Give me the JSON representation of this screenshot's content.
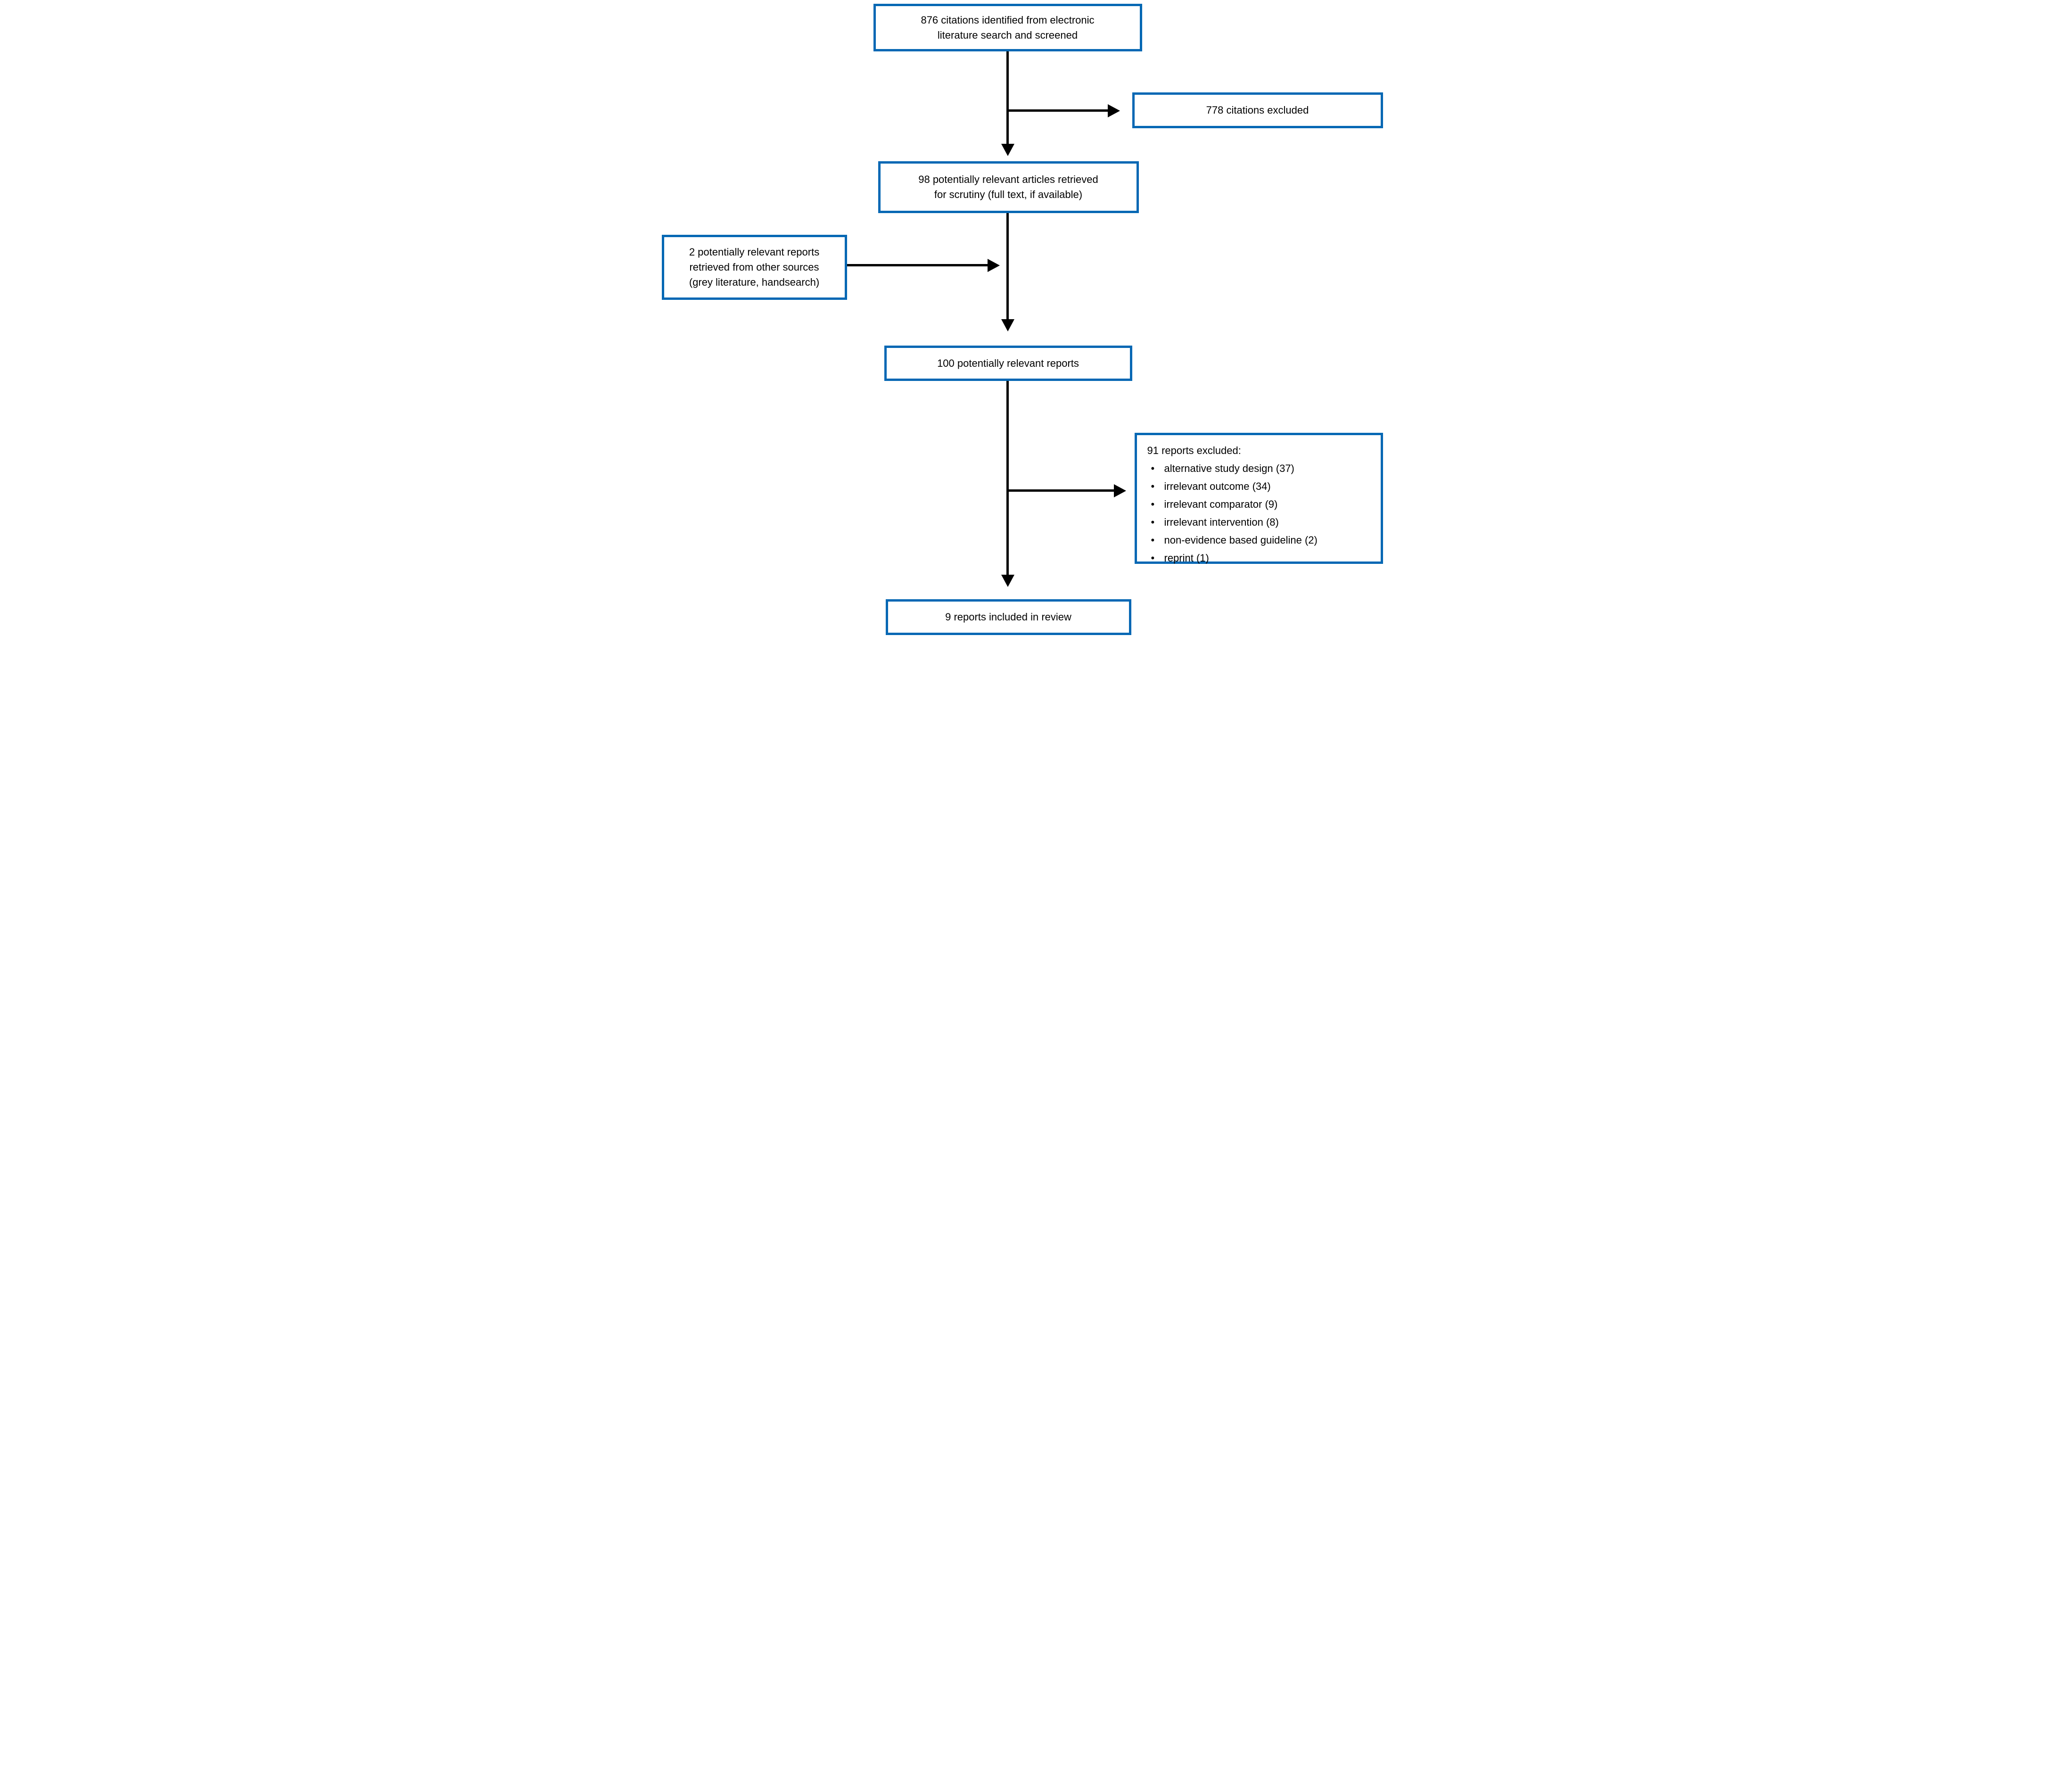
{
  "flowchart": {
    "boxes": {
      "identified": {
        "text": "876 citations identified from electronic\nliterature search and screened"
      },
      "excluded_citations": {
        "text": "778 citations excluded"
      },
      "retrieved": {
        "text": "98 potentially relevant articles retrieved\nfor scrutiny (full text, if available)"
      },
      "other_sources": {
        "text": "2 potentially relevant reports\nretrieved from other sources\n(grey literature, handsearch)"
      },
      "relevant_reports": {
        "text": "100 potentially relevant reports"
      },
      "excluded_reports": {
        "title": "91 reports excluded:",
        "items": [
          "alternative study design (37)",
          "irrelevant outcome (34)",
          "irrelevant comparator (9)",
          "irrelevant intervention (8)",
          "non-evidence based guideline (2)",
          "reprint (1)"
        ]
      },
      "included": {
        "text": "9 reports included in review"
      }
    },
    "colors": {
      "box_border": "#0668b4",
      "arrow": "#000000",
      "background": "#ffffff",
      "text": "#000000"
    }
  }
}
